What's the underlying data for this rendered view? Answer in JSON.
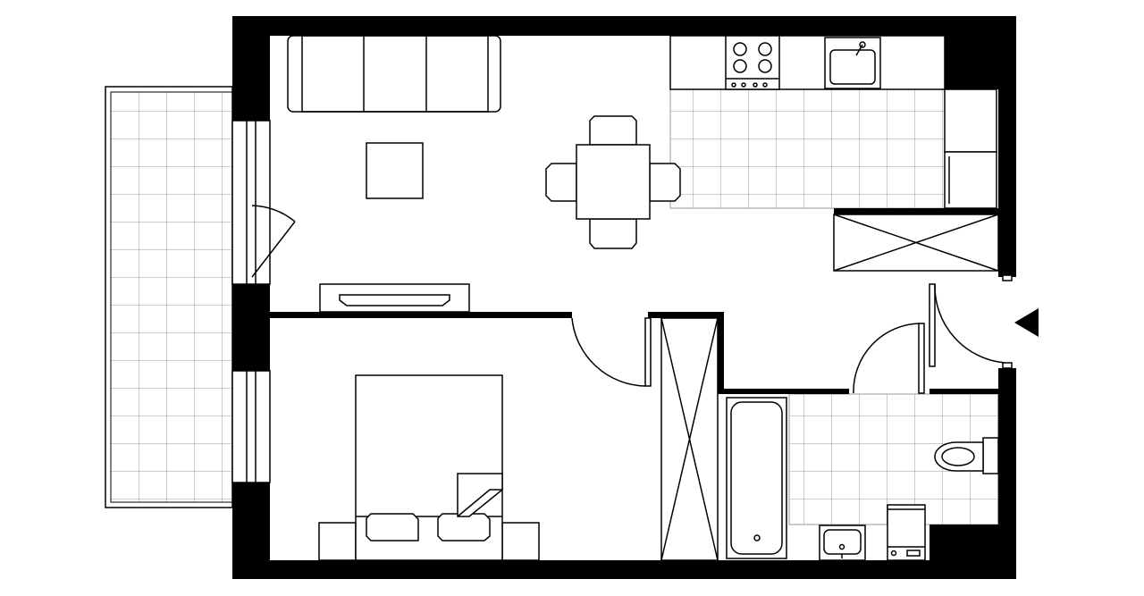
{
  "plan": {
    "colors": {
      "wall": "#000000",
      "background": "#ffffff",
      "tile_grid": "#999999"
    },
    "rooms": [
      "living-room",
      "kitchen",
      "bedroom",
      "bathroom",
      "hallway",
      "balcony"
    ],
    "entry_marker_icon": "triangle-left"
  }
}
